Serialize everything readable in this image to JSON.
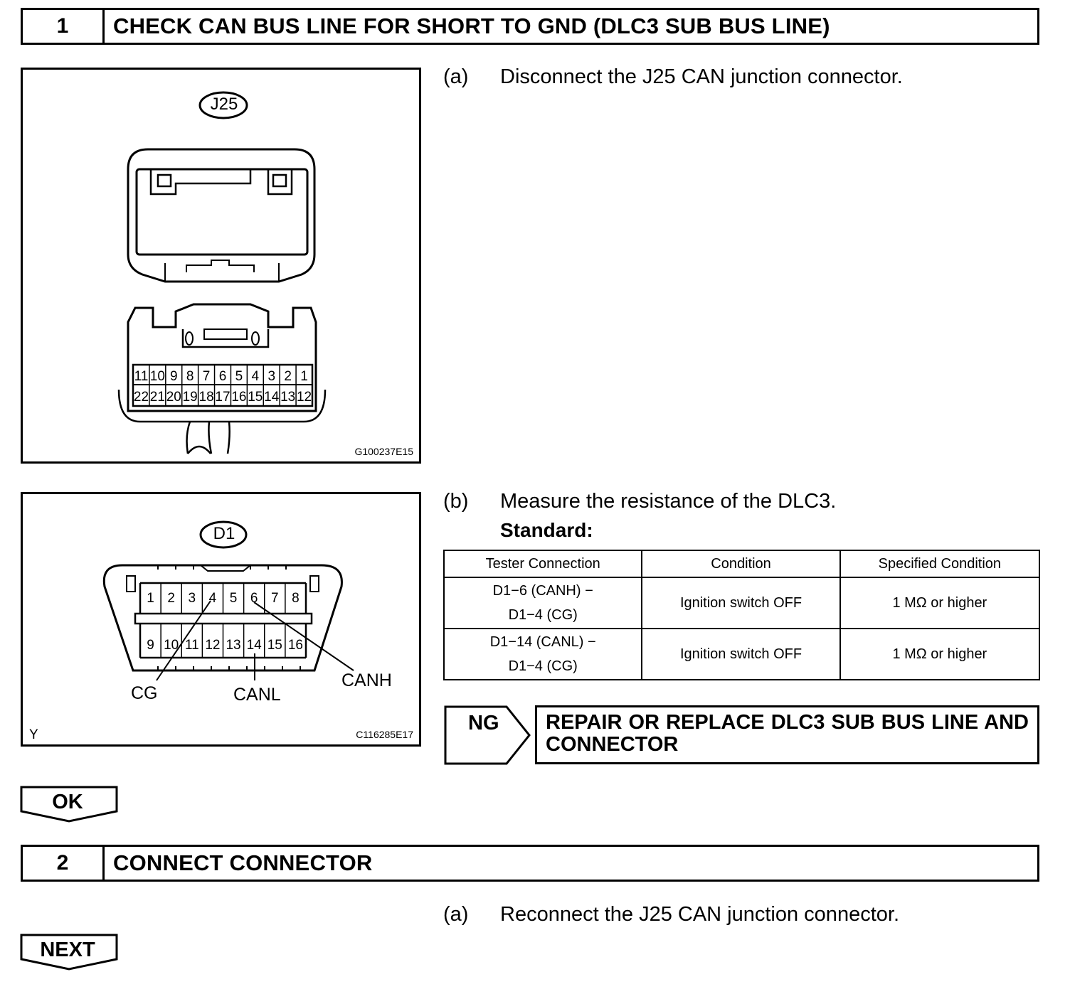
{
  "step1": {
    "number": "1",
    "title": "CHECK CAN BUS LINE FOR SHORT TO GND (DLC3 SUB BUS LINE)"
  },
  "fig1": {
    "connector_label": "J25",
    "code": "G100237E15",
    "pins_top": [
      "11",
      "10",
      "9",
      "8",
      "7",
      "6",
      "5",
      "4",
      "3",
      "2",
      "1"
    ],
    "pins_bottom": [
      "22",
      "21",
      "20",
      "19",
      "18",
      "17",
      "16",
      "15",
      "14",
      "13",
      "12"
    ]
  },
  "fig2": {
    "connector_label": "D1",
    "code": "C116285E17",
    "corner_mark": "Y",
    "pins_top": [
      "1",
      "2",
      "3",
      "4",
      "5",
      "6",
      "7",
      "8"
    ],
    "pins_bottom": [
      "9",
      "10",
      "11",
      "12",
      "13",
      "14",
      "15",
      "16"
    ],
    "callouts": {
      "cg": "CG",
      "canl": "CANL",
      "canh": "CANH"
    }
  },
  "instr_a": {
    "label": "(a)",
    "text": "Disconnect the J25 CAN junction connector."
  },
  "instr_b": {
    "label": "(b)",
    "text": "Measure the resistance of the DLC3.",
    "standard": "Standard:"
  },
  "spec_table": {
    "headers": [
      "Tester Connection",
      "Condition",
      "Specified Condition"
    ],
    "rows": [
      {
        "conn1": "D1−6 (CANH) −",
        "conn2": "D1−4 (CG)",
        "condition": "Ignition switch OFF",
        "spec": "1 MΩ or higher"
      },
      {
        "conn1": "D1−14 (CANL) −",
        "conn2": "D1−4 (CG)",
        "condition": "Ignition switch OFF",
        "spec": "1 MΩ or higher"
      }
    ]
  },
  "ng": {
    "label": "NG",
    "text": "REPAIR OR REPLACE DLC3 SUB BUS LINE AND CONNECTOR"
  },
  "ok_button": "OK",
  "step2": {
    "number": "2",
    "title": "CONNECT CONNECTOR"
  },
  "instr_c": {
    "label": "(a)",
    "text": "Reconnect the J25 CAN junction connector."
  },
  "next_button": "NEXT"
}
